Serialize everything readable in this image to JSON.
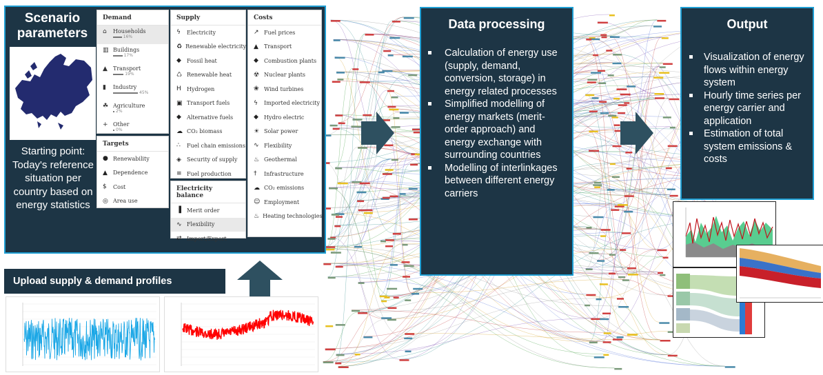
{
  "scenario": {
    "title": "Scenario parameters",
    "starting_point": "Starting point: Today's reference situation per country based on energy statistics"
  },
  "demand_menu": {
    "header": "Demand",
    "items": [
      {
        "label": "Households",
        "icon": "house-icon",
        "share": "16%",
        "share_value": 16
      },
      {
        "label": "Buildings",
        "icon": "building-icon",
        "share": "17%",
        "share_value": 17
      },
      {
        "label": "Transport",
        "icon": "car-icon",
        "share": "19%",
        "share_value": 19
      },
      {
        "label": "Industry",
        "icon": "factory-icon",
        "share": "45%",
        "share_value": 45
      },
      {
        "label": "Agriculture",
        "icon": "leaf-icon",
        "share": "2%",
        "share_value": 2
      },
      {
        "label": "Other",
        "icon": "plus-icon",
        "share": "0%",
        "share_value": 0
      }
    ]
  },
  "targets_menu": {
    "header": "Targets",
    "items": [
      {
        "label": "Renewability",
        "icon": "globe-icon"
      },
      {
        "label": "Dependence",
        "icon": "triangle-icon"
      },
      {
        "label": "Cost",
        "icon": "dollar-icon"
      },
      {
        "label": "Area use",
        "icon": "area-icon"
      }
    ]
  },
  "supply_menu": {
    "header": "Supply",
    "items": [
      {
        "label": "Electricity",
        "icon": "bolt-icon"
      },
      {
        "label": "Renewable electricity",
        "icon": "renewable-icon"
      },
      {
        "label": "Fossil heat",
        "icon": "flame-icon"
      },
      {
        "label": "Renewable heat",
        "icon": "renewable-heat-icon"
      },
      {
        "label": "Hydrogen",
        "icon": "hydrogen-icon"
      },
      {
        "label": "Transport fuels",
        "icon": "truck-icon"
      },
      {
        "label": "Alternative fuels",
        "icon": "drop-icon"
      },
      {
        "label": "CO₂ biomass",
        "icon": "cloud-icon"
      },
      {
        "label": "Fuel chain emissions",
        "icon": "chain-icon"
      },
      {
        "label": "Security of supply",
        "icon": "shield-icon"
      },
      {
        "label": "Fuel production",
        "icon": "chart-icon"
      }
    ]
  },
  "balance_menu": {
    "header": "Electricity balance",
    "items": [
      {
        "label": "Merit order",
        "icon": "bars-icon"
      },
      {
        "label": "Flexibility",
        "icon": "wave-icon"
      },
      {
        "label": "Import/Export",
        "icon": "exchange-icon"
      }
    ]
  },
  "costs_menu": {
    "header": "Costs",
    "items": [
      {
        "label": "Fuel prices",
        "icon": "trend-icon"
      },
      {
        "label": "Transport",
        "icon": "car-icon"
      },
      {
        "label": "Combustion plants",
        "icon": "flame-icon"
      },
      {
        "label": "Nuclear plants",
        "icon": "nuclear-icon"
      },
      {
        "label": "Wind turbines",
        "icon": "wind-icon"
      },
      {
        "label": "Imported electricity",
        "icon": "bolt-icon"
      },
      {
        "label": "Hydro electric",
        "icon": "drop-icon"
      },
      {
        "label": "Solar power",
        "icon": "sun-icon"
      },
      {
        "label": "Flexibility",
        "icon": "wave-icon"
      },
      {
        "label": "Geothermal",
        "icon": "heat-icon"
      },
      {
        "label": "Infrastructure",
        "icon": "tower-icon"
      },
      {
        "label": "CO₂ emissions",
        "icon": "cloud-icon"
      },
      {
        "label": "Employment",
        "icon": "people-icon"
      },
      {
        "label": "Heating technologies",
        "icon": "heating-icon"
      }
    ]
  },
  "upload": {
    "label": "Upload supply & demand profiles"
  },
  "processing": {
    "title": "Data processing",
    "bullets": [
      "Calculation of energy use (supply, demand, conversion, storage) in energy related processes",
      "Simplified modelling of energy markets (merit-order approach) and energy exchange with surrounding countries",
      "Modelling of interlinkages between different energy carriers"
    ]
  },
  "output": {
    "title": "Output",
    "bullets": [
      "Visualization of energy flows within energy system",
      "Hourly time series per energy carrier and application",
      "Estimation of total system emissions & costs"
    ]
  },
  "colors": {
    "panel": "#1d3545",
    "panel_border": "#1f9fd4",
    "arrow": "#2e5060",
    "profile_supply": "#1ba7e6",
    "profile_demand": "#ff0000"
  }
}
